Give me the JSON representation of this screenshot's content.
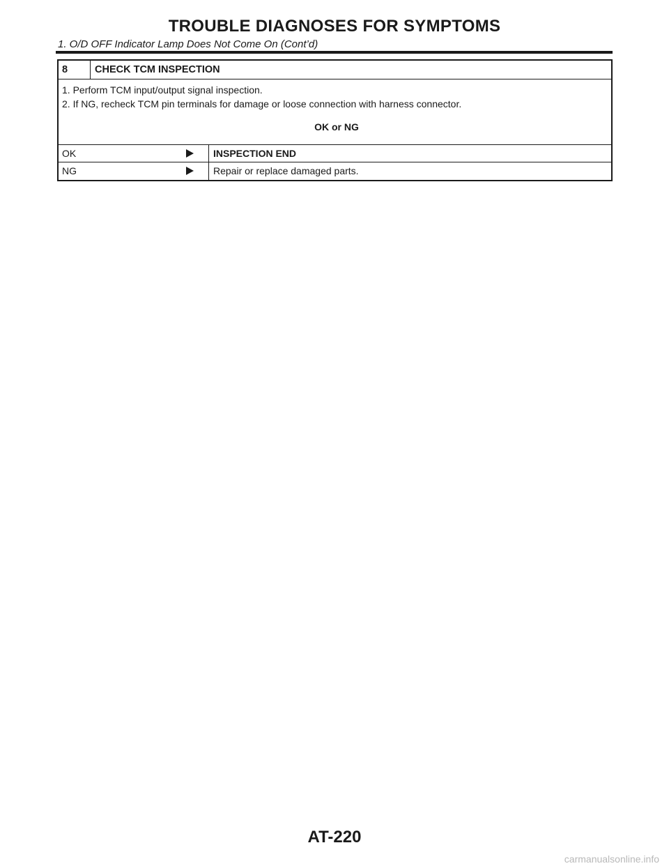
{
  "header": {
    "title": "TROUBLE DIAGNOSES FOR SYMPTOMS",
    "subtitle": "1. O/D OFF Indicator Lamp Does Not Come On (Cont’d)"
  },
  "step": {
    "number": "8",
    "title": "CHECK TCM INSPECTION",
    "instructions": [
      "1.  Perform TCM input/output signal inspection.",
      "2.  If NG, recheck TCM pin terminals for damage or loose connection with harness connector."
    ],
    "question": "OK or NG",
    "results": [
      {
        "label": "OK",
        "icon": "arrow-right-icon",
        "action": "INSPECTION END"
      },
      {
        "label": "NG",
        "icon": "arrow-right-icon",
        "action": "Repair or replace damaged parts."
      }
    ]
  },
  "footer": {
    "page_number": "AT-220",
    "watermark": "carmanualsonline.info"
  }
}
